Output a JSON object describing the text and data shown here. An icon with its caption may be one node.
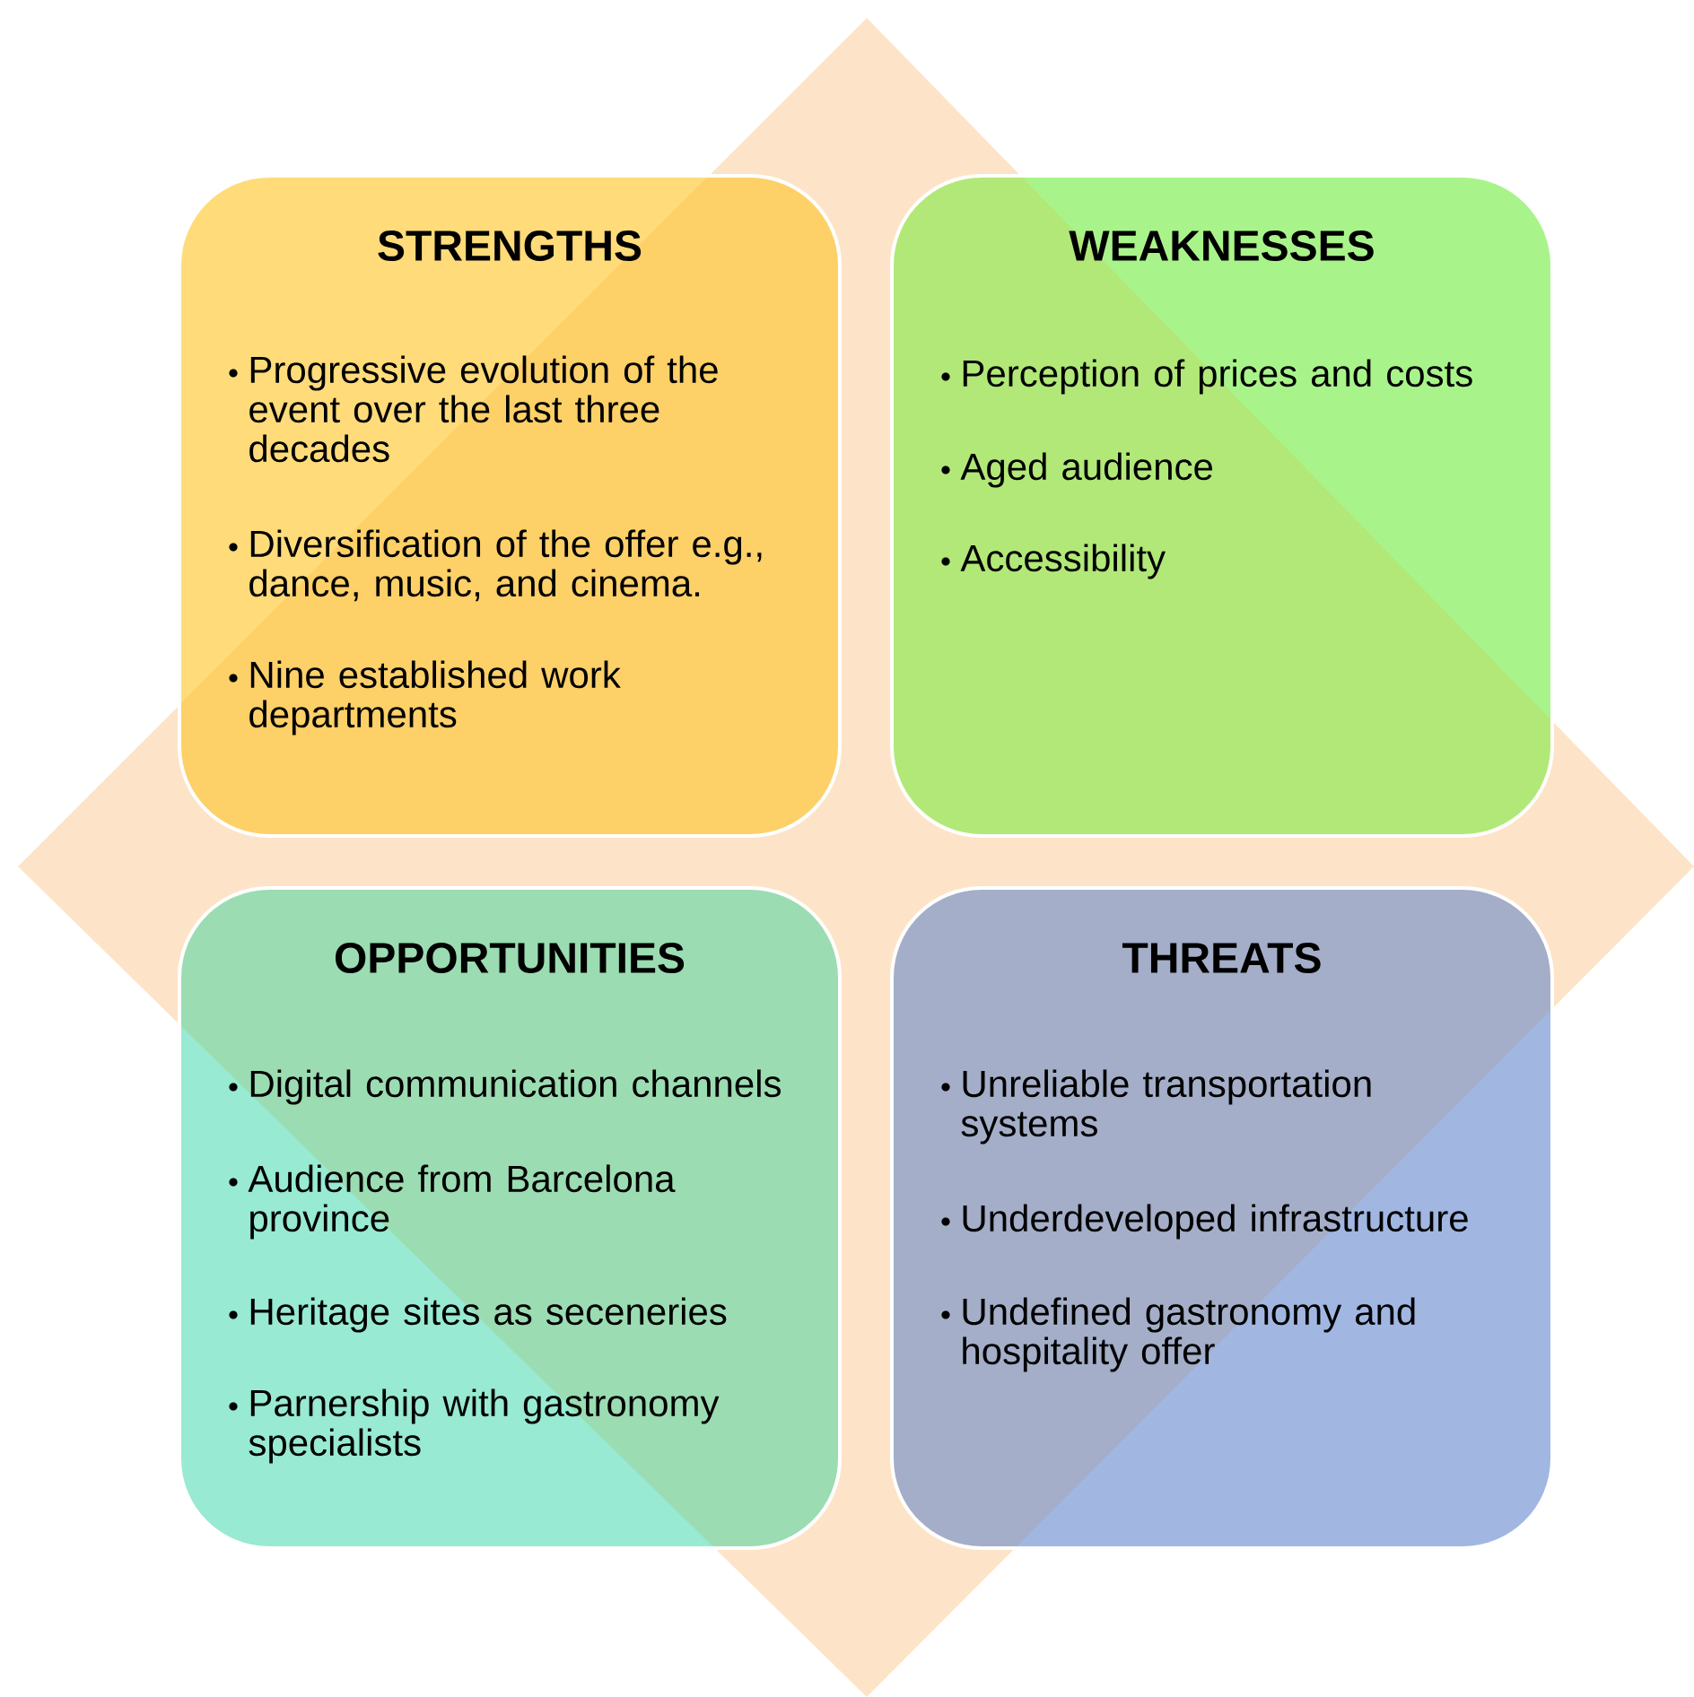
{
  "diagram": {
    "nodes": [
      {
        "text": [
          "STRENGTHS",
          "Progressive evolution of the event over the last three decades",
          "Diversification of the offer e.g., dance, music, and cinema.",
          "Nine established work departments"
        ]
      },
      {
        "text": [
          "WEAKNESSES",
          "Perception of prices and costs",
          "Aged audience",
          "Accessibility"
        ]
      },
      {
        "text": [
          "OPPORTUNITIES",
          "Digital communication channels",
          "Audience from Barcelona province",
          "Heritage sites as seceneries",
          "Parnership with gastronomy specialists"
        ]
      },
      {
        "text": [
          "THREATS",
          "Unreliable transportation systems",
          "Underdeveloped infrastructure",
          "Undefined gastronomy and hospitality offer"
        ]
      }
    ],
    "edges": []
  }
}
